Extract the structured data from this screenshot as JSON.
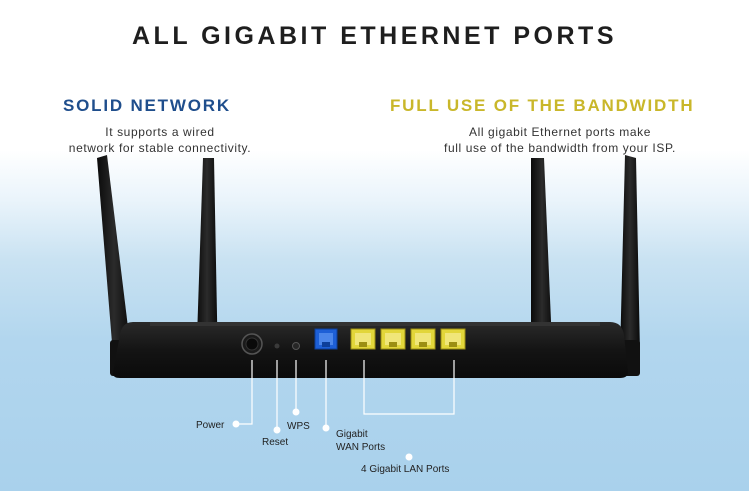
{
  "heading": "ALL GIGABIT ETHERNET PORTS",
  "left_block": {
    "title": "SOLID NETWORK",
    "line1": "It supports a wired",
    "line2": "network for stable connectivity."
  },
  "right_block": {
    "title": "FULL USE OF THE BANDWIDTH",
    "line1": "All gigabit Ethernet ports make",
    "line2": "full use of the bandwidth from your ISP."
  },
  "callouts": {
    "power": "Power",
    "reset": "Reset",
    "wps": "WPS",
    "wan_line1": "Gigabit",
    "wan_line2": "WAN Ports",
    "lan": "4 Gigabit LAN Ports"
  },
  "colors": {
    "wan_port": "#1d5fd6",
    "lan_port": "#e2d63a",
    "left_title": "#1f4e8c",
    "right_title": "#c9b72a"
  }
}
